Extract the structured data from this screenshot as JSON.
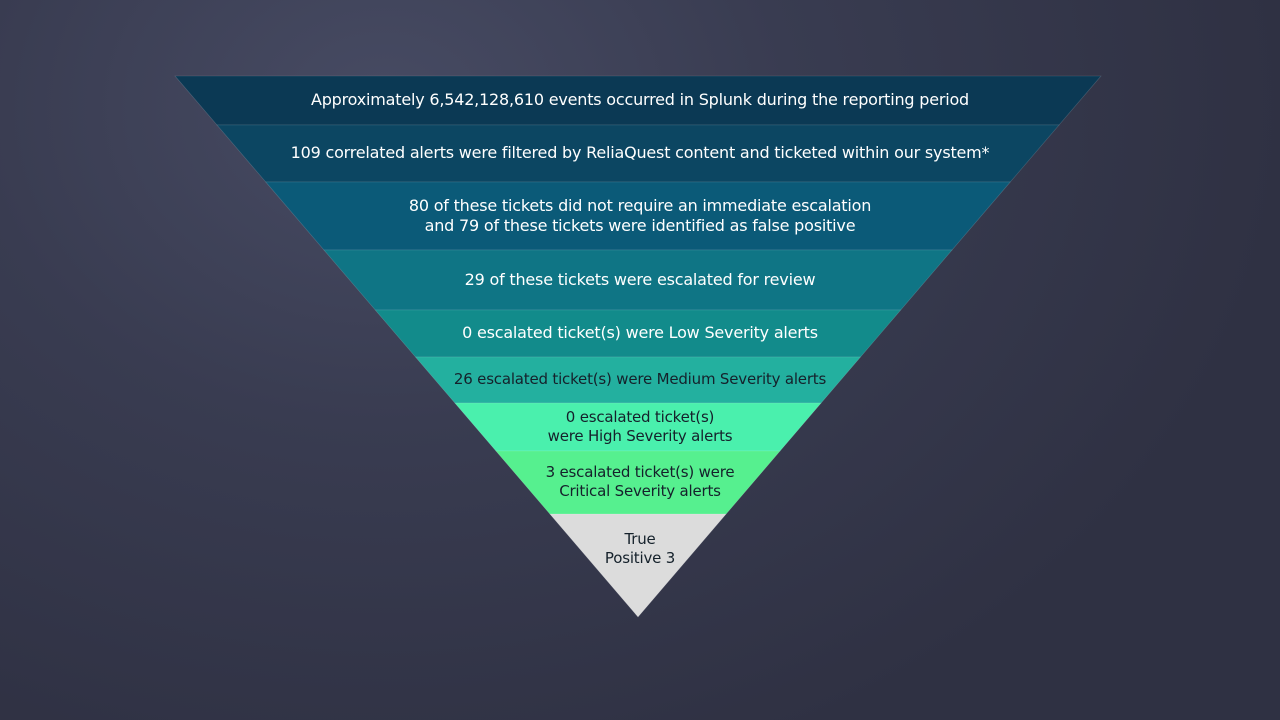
{
  "funnel": {
    "tiers": [
      {
        "lines": [
          "Approximately 6,542,128,610 events occurred in Splunk during the reporting period"
        ],
        "color": "#0b3954"
      },
      {
        "lines": [
          "109 correlated alerts were filtered by ReliaQuest content and ticketed within our system*"
        ],
        "color": "#0c4662"
      },
      {
        "lines": [
          "80 of these tickets did not require an immediate escalation",
          "and 79 of these tickets were identified as false positive"
        ],
        "color": "#0b5a78"
      },
      {
        "lines": [
          "29 of these tickets were escalated for review"
        ],
        "color": "#0f7585"
      },
      {
        "lines": [
          "0 escalated ticket(s) were Low Severity alerts"
        ],
        "color": "#128b8b"
      },
      {
        "lines": [
          "26 escalated ticket(s) were Medium Severity alerts"
        ],
        "color": "#23b09f"
      },
      {
        "lines": [
          "0 escalated ticket(s)",
          "were High Severity alerts"
        ],
        "color": "#4af0ad"
      },
      {
        "lines": [
          "3 escalated ticket(s) were",
          "Critical Severity alerts"
        ],
        "color": "#56f08f"
      },
      {
        "lines": [
          "True",
          "Positive 3"
        ],
        "color": "#dcdcdc"
      }
    ]
  }
}
